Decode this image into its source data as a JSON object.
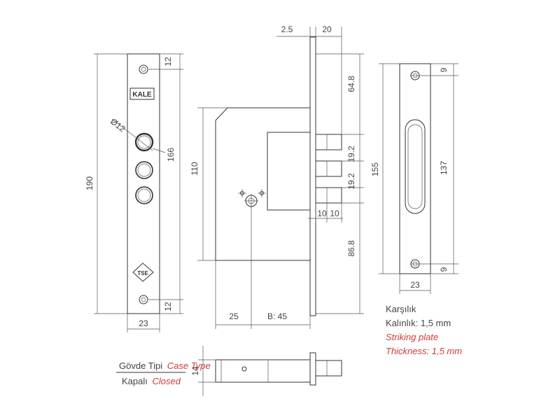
{
  "front_plate": {
    "logo": "KALE",
    "tse_mark": "TSE",
    "dims": {
      "height": "190",
      "width": "23",
      "top": "12",
      "bottom": "12",
      "hole_dia": "Ø12",
      "hole_spacing": "166"
    }
  },
  "lock_body": {
    "dims": {
      "face": "2.5",
      "bolt_projection": "20",
      "top_to_bolt": "64.8",
      "body_height": "110",
      "bolt_spacing_1": "19.2",
      "bolt_spacing_2": "19.2",
      "bolt_w1": "10",
      "bolt_w2": "10",
      "bottom": "86.8",
      "offset": "25",
      "backset": "B: 45"
    }
  },
  "striking_plate": {
    "dims": {
      "height": "155",
      "slot": "137",
      "top": "9",
      "bottom": "9",
      "width": "23"
    },
    "caption": {
      "tr_title": "Karşılık",
      "tr_thickness": "Kalınlık: 1,5 mm",
      "en_title": "Striking plate",
      "en_thickness": "Thickness: 1,5 mm"
    }
  },
  "case_type": {
    "label_tr": "Gövde Tipi",
    "label_en": "Case Type",
    "value_tr": "Kapalı",
    "value_en": "Closed",
    "dims": {
      "thickness": "14"
    }
  },
  "colors": {
    "line": "#333333",
    "accent_red": "#d03a3a"
  }
}
